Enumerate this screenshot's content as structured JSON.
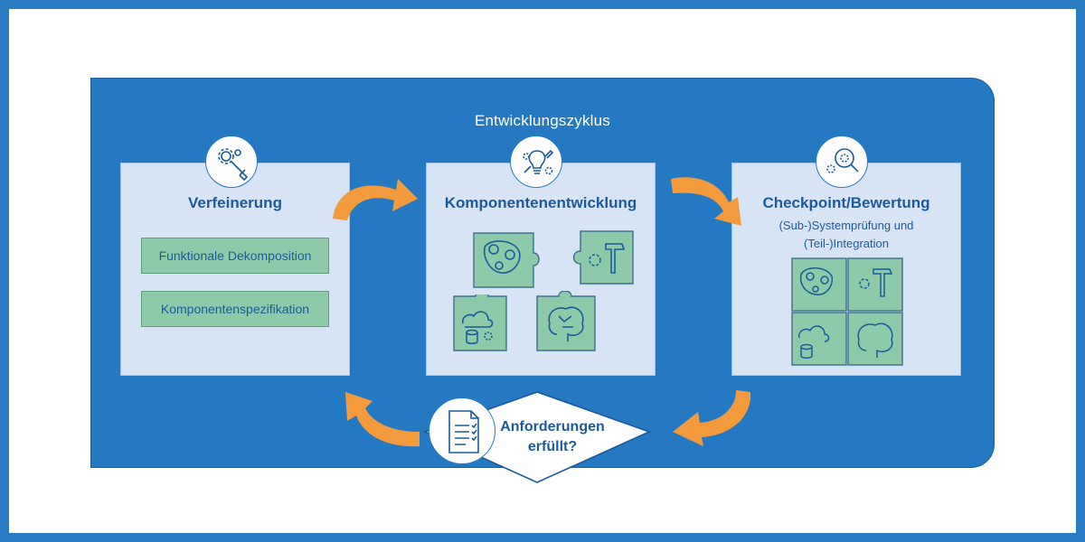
{
  "colors": {
    "background_blue": "#2a7cc4",
    "panel_blue": "#2479c2",
    "box_fill": "#d6e4f5",
    "heading_blue": "#1c5a9c",
    "green": "#8ecaa9",
    "arrow_orange": "#f39a3c"
  },
  "diagram": {
    "title": "Entwicklungszyklus",
    "stages": [
      {
        "title": "Verfeinerung",
        "icon": "wrench-gear-icon",
        "items": [
          "Funktionale Dekomposition",
          "Komponentenspezifikation"
        ]
      },
      {
        "title": "Komponentenentwicklung",
        "icon": "pencil-lightbulb-gear-icon",
        "pieces": [
          "gear-belt-icon",
          "gear-hammer-icon",
          "cloud-database-icon",
          "brain-circuit-icon"
        ]
      },
      {
        "title": "Checkpoint/Bewertung",
        "subtitle_line1": "(Sub-)Systemprüfung und",
        "subtitle_line2": "(Teil-)Integration",
        "icon": "magnifier-gear-icon",
        "pieces": [
          "gear-belt-icon",
          "gear-hammer-icon",
          "cloud-database-icon",
          "brain-circuit-icon"
        ]
      }
    ],
    "decision": {
      "line1": "Anforderungen",
      "line2": "erfüllt?",
      "icon": "checklist-document-icon"
    }
  }
}
